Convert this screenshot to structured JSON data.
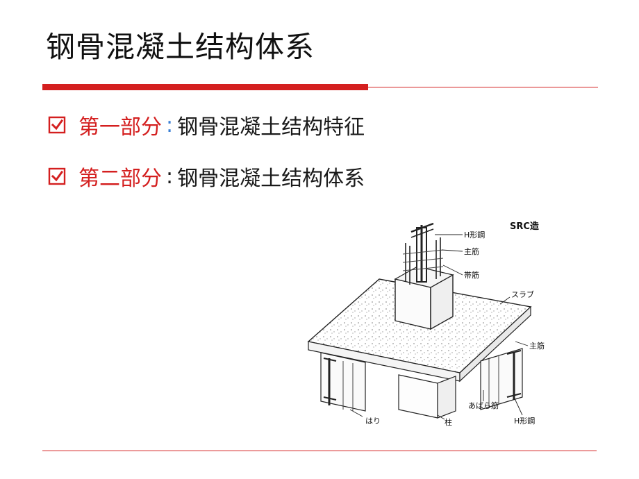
{
  "colors": {
    "accent_red": "#d41f1f",
    "separator_blue": "#3a7fd5",
    "text_dark": "#1a1a1a"
  },
  "page_title": "钢骨混凝土结构体系",
  "bullets": [
    {
      "icon": "checkbox-checked-icon",
      "label": "第一部分",
      "separator": ":",
      "text": "钢骨混凝土结构特征"
    },
    {
      "icon": "checkbox-checked-icon",
      "label": "第二部分",
      "separator": ":",
      "text": "钢骨混凝土结构体系"
    }
  ],
  "figure": {
    "labels": {
      "src": "SRC造",
      "h_steel_top": "H形鋼",
      "main_bar_top": "主筋",
      "tie_bar": "帯筋",
      "slab": "スラブ",
      "main_bar_right": "主筋",
      "stirrup": "あばら筋",
      "h_steel_bottom": "H形鋼",
      "beam": "はり",
      "column": "柱"
    }
  }
}
